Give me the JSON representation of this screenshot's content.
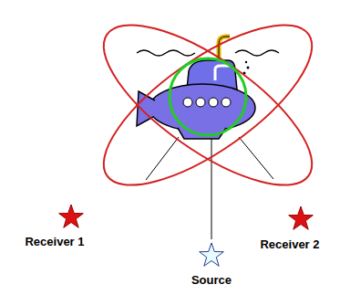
{
  "diagram": {
    "labels": [
      "Receiver 1",
      "Source",
      "Receiver 2"
    ]
  }
}
